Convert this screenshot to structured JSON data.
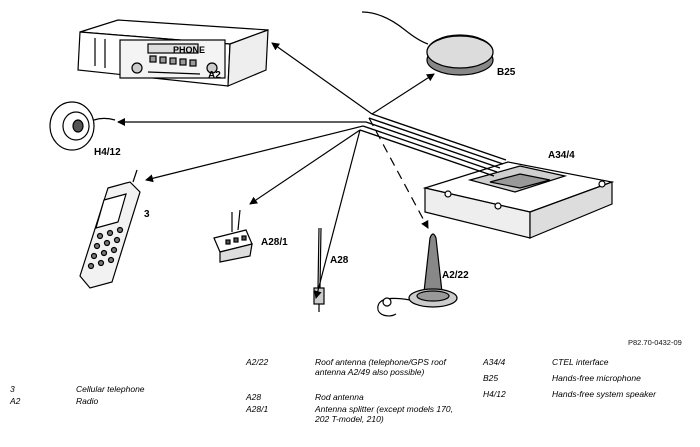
{
  "labels": {
    "a2": "A2",
    "b25": "B25",
    "h412": "H4/12",
    "a344": "A34/4",
    "phone": "3",
    "a281": "A28/1",
    "a28": "A28",
    "a222": "A2/22",
    "radio_brand": "PHONE"
  },
  "reference": "P82.70-0432-09",
  "legend": {
    "col1": [
      {
        "code": "3",
        "desc": "Cellular telephone"
      },
      {
        "code": "A2",
        "desc": "Radio"
      }
    ],
    "col2": [
      {
        "code": "A2/22",
        "desc": "Roof antenna (telephone/GPS roof antenna A2/49 also possible)"
      },
      {
        "code": "A28",
        "desc": "Rod antenna"
      },
      {
        "code": "A28/1",
        "desc": "Antenna splitter (except models 170, 202 T-model, 210)"
      }
    ],
    "col3": [
      {
        "code": "A34/4",
        "desc": "CTEL interface"
      },
      {
        "code": "B25",
        "desc": "Hands-free microphone"
      },
      {
        "code": "H4/12",
        "desc": "Hands-free system speaker"
      }
    ]
  }
}
